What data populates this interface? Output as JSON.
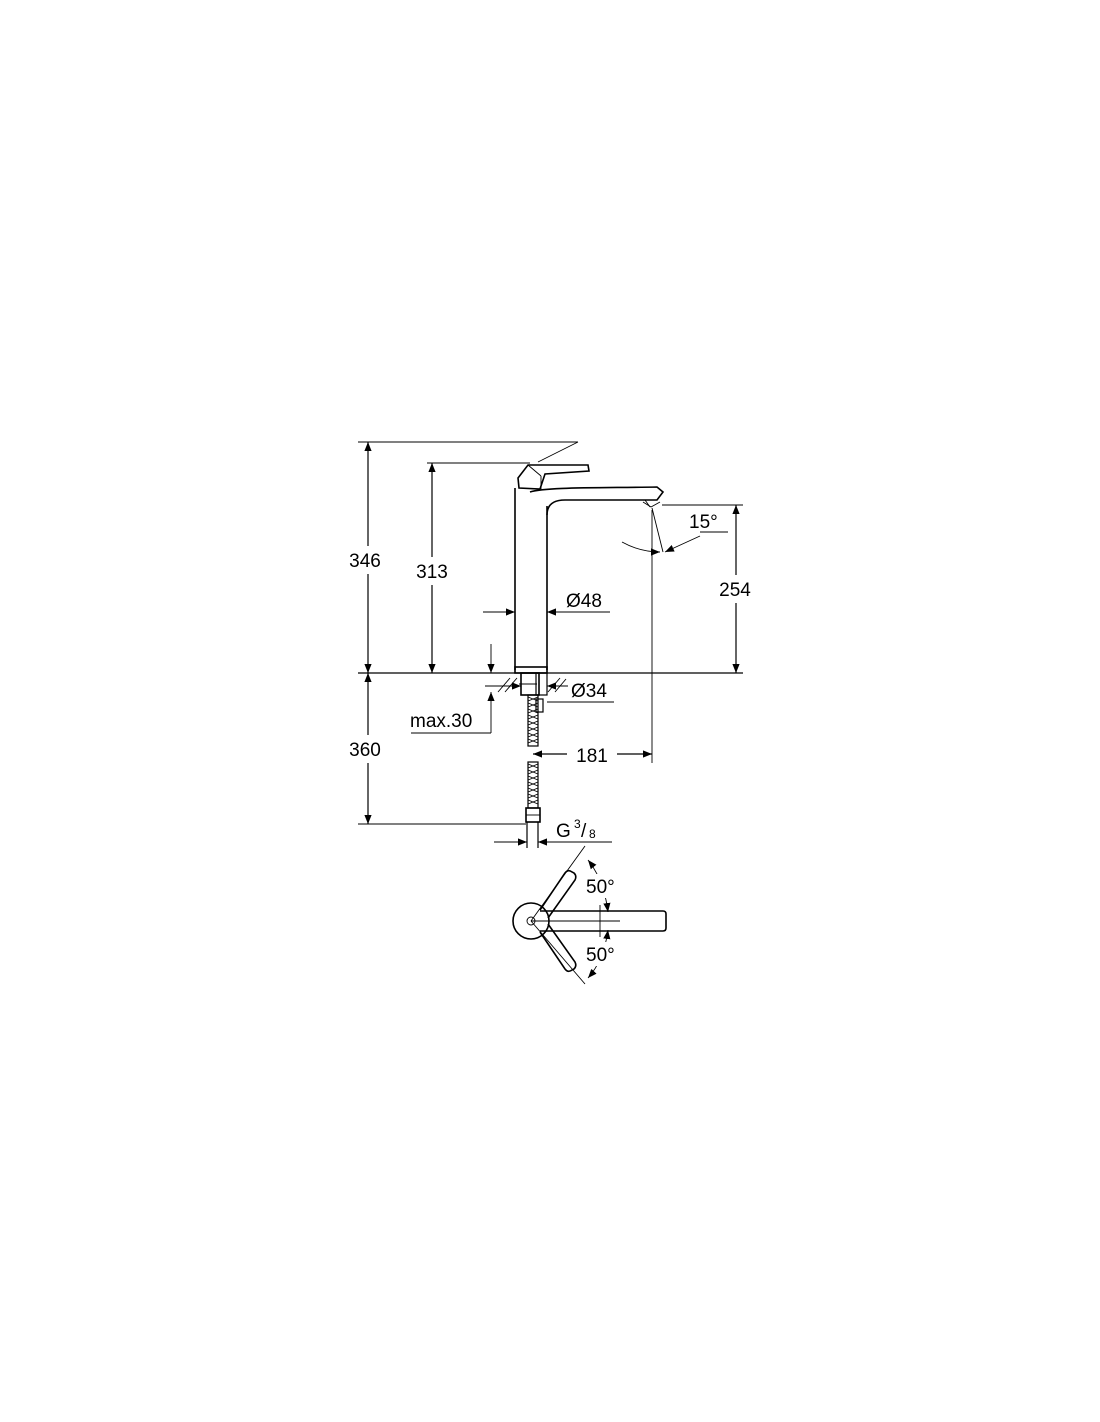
{
  "diagram": {
    "dimensions": {
      "total_height": "346",
      "lever_height": "313",
      "spout_height": "254",
      "spout_angle": "15°",
      "body_diameter": "Ø48",
      "hole_diameter": "Ø34",
      "max_thickness": "max.30",
      "below_counter": "360",
      "projection": "181"
    },
    "connection": {
      "prefix": "G",
      "numerator": "3",
      "slash": "/",
      "denominator": "8"
    },
    "lever_rotation": {
      "upper": "50°",
      "lower": "50°"
    }
  }
}
